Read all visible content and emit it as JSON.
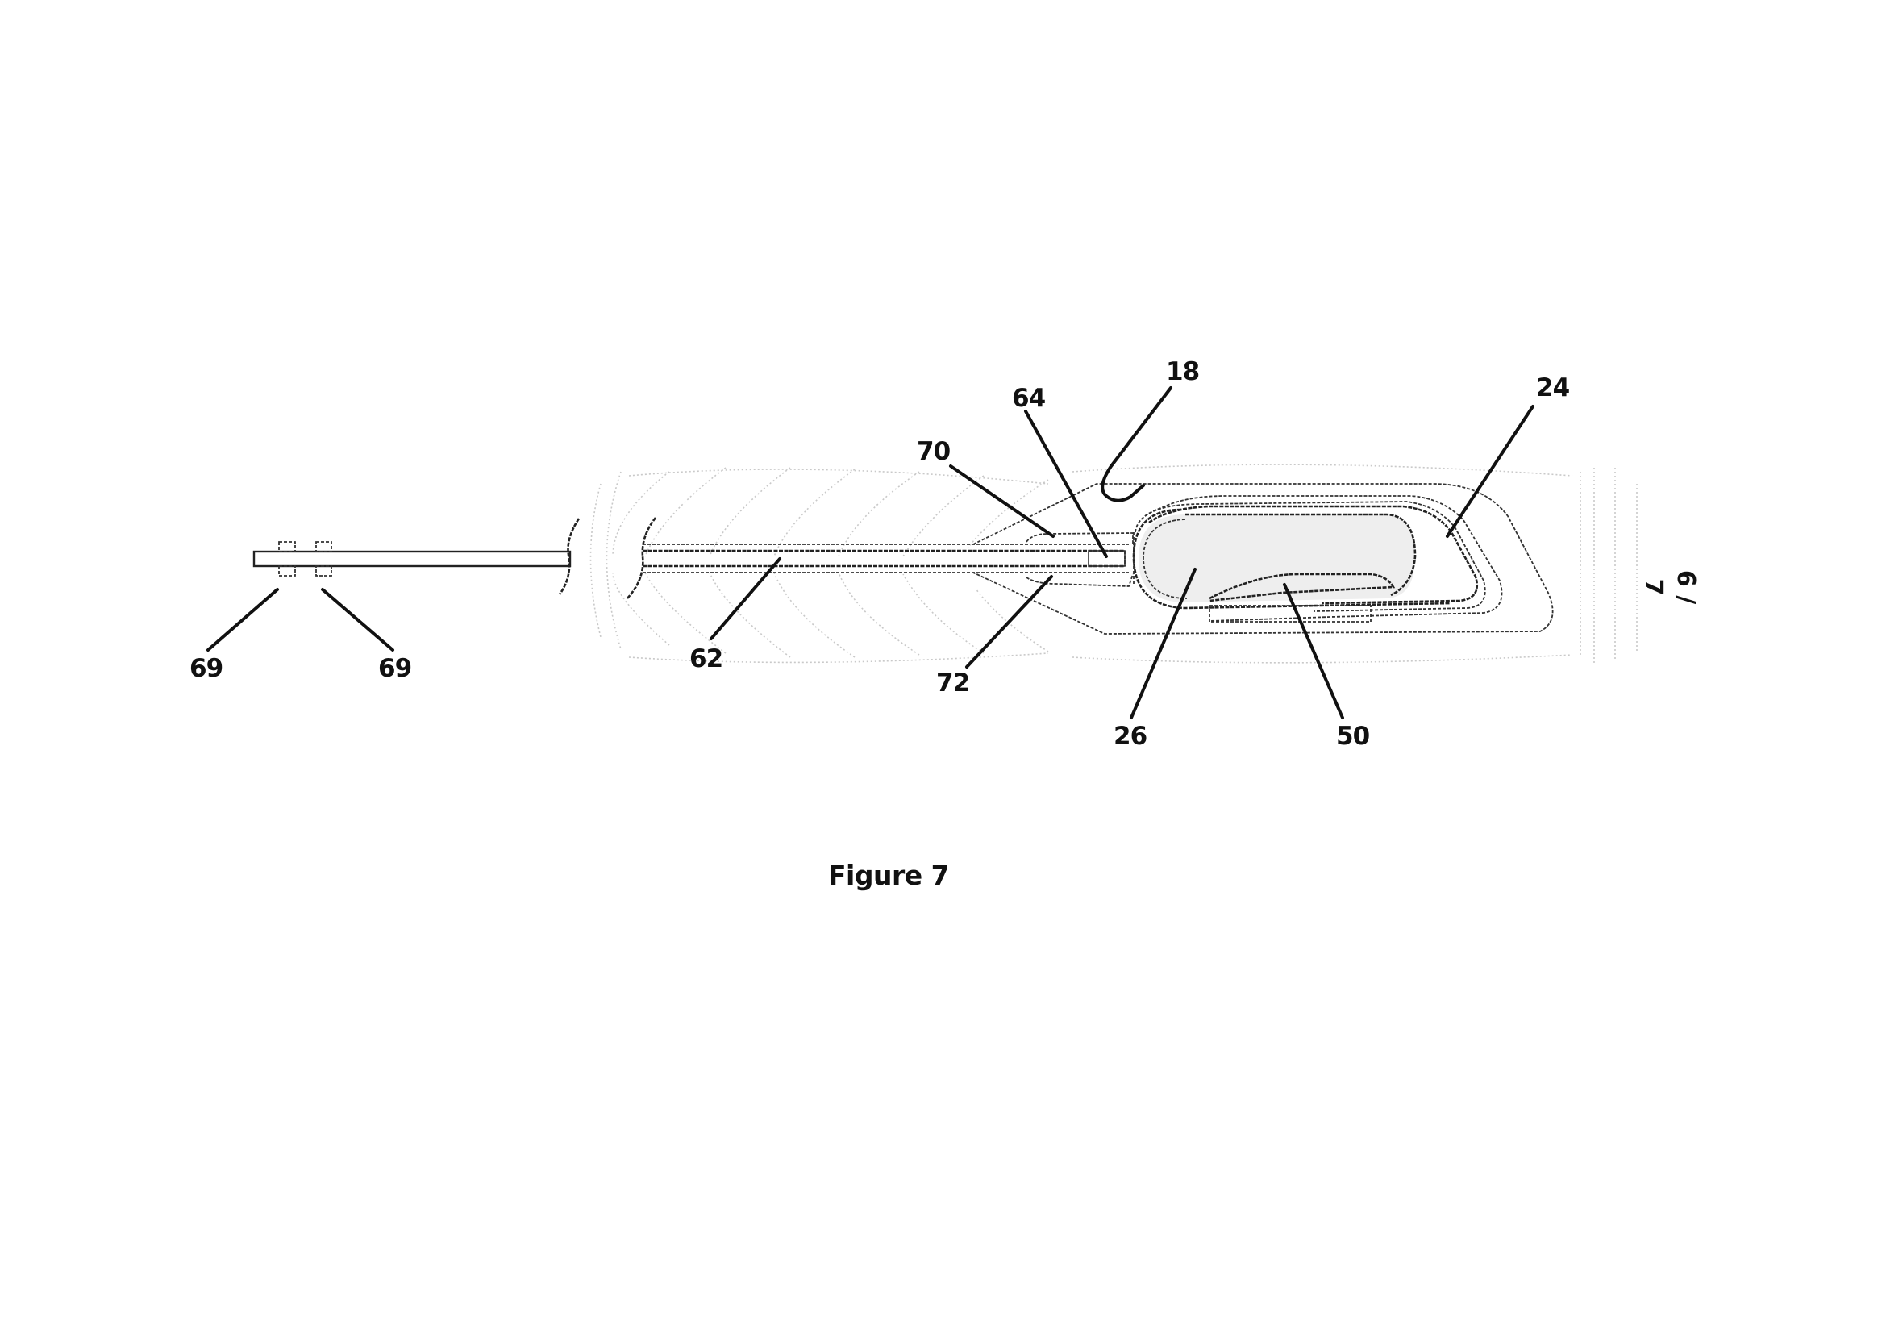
{
  "figure": {
    "caption": "Figure 7",
    "page_number": "6 / 7"
  },
  "reference_numerals": {
    "ref_18": "18",
    "ref_24": "24",
    "ref_26": "26",
    "ref_50": "50",
    "ref_62": "62",
    "ref_64": "64",
    "ref_69_left": "69",
    "ref_69_right": "69",
    "ref_70": "70",
    "ref_72": "72"
  },
  "colors": {
    "ink": "#111111",
    "tissue_hatch": "#c9c9c9",
    "balloon_shade": "#eeeeee",
    "background": "#ffffff"
  }
}
